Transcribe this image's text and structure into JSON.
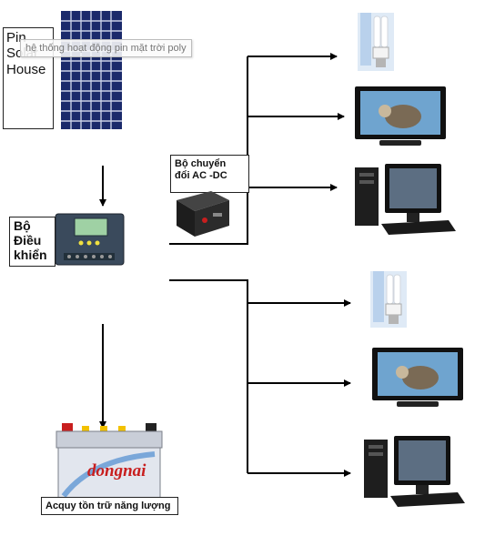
{
  "tooltip": "hệ thống hoạt động pin mặt trời poly",
  "labels": {
    "solar": [
      "Pin",
      "Solar",
      "House"
    ],
    "controller": [
      "Bộ",
      "Điều",
      "khiển"
    ],
    "inverter": [
      "Bộ chuyển",
      "đổi AC -DC"
    ],
    "battery": "Acquy tồn trữ năng lượng",
    "battery_brand": "dongnai"
  },
  "icons": [
    "solar-panel-icon",
    "charge-controller-icon",
    "inverter-icon",
    "battery-icon",
    "cfl-bulb-icon",
    "tv-icon",
    "desktop-computer-icon"
  ],
  "colors": {
    "wire": "#000000",
    "panel": "#1b2a6b",
    "controller": "#3a4a5c",
    "battery": "#d8dde6",
    "brand_red": "#c81e1e"
  }
}
